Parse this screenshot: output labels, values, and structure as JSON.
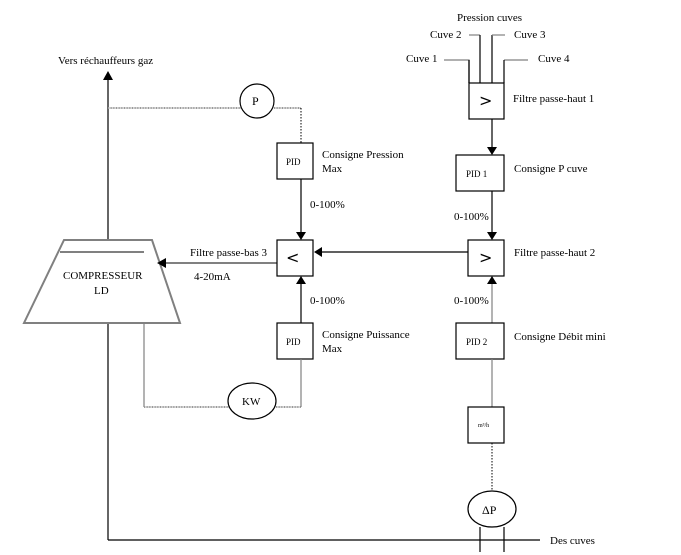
{
  "diagram": {
    "title_top": "Pression cuves",
    "tanks": {
      "cuve1": "Cuve 1",
      "cuve2": "Cuve 2",
      "cuve3": "Cuve 3",
      "cuve4": "Cuve 4"
    },
    "outlet_label": "Vers réchauffeurs gaz",
    "inlet_label": "Des cuves",
    "compressor": {
      "line1": "COMPRESSEUR",
      "line2": "LD"
    },
    "sensors": {
      "pressure": "P",
      "power": "KW",
      "delta_p": "ΔP",
      "flow_unit": "m³/h"
    },
    "blocks": {
      "high_pass_1": {
        "symbol": ">",
        "label": "Filtre passe-haut 1"
      },
      "high_pass_2": {
        "symbol": ">",
        "label": "Filtre passe-haut 2"
      },
      "low_pass_3": {
        "symbol": "<",
        "label": "Filtre passe-bas 3"
      },
      "pid_pressure": {
        "name": "PID",
        "label_line1": "Consigne Pression",
        "label_line2": "Max"
      },
      "pid_power": {
        "name": "PID",
        "label_line1": "Consigne Puissance",
        "label_line2": "Max"
      },
      "pid1": {
        "name": "PID 1",
        "label": "Consigne P cuve"
      },
      "pid2": {
        "name": "PID 2",
        "label": "Consigne Débit mini"
      }
    },
    "signals": {
      "pid_pressure_out": "0-100%",
      "pid_power_out": "0-100%",
      "pid1_out": "0-100%",
      "pid2_out": "0-100%",
      "compressor_cmd": "4-20mA"
    }
  }
}
